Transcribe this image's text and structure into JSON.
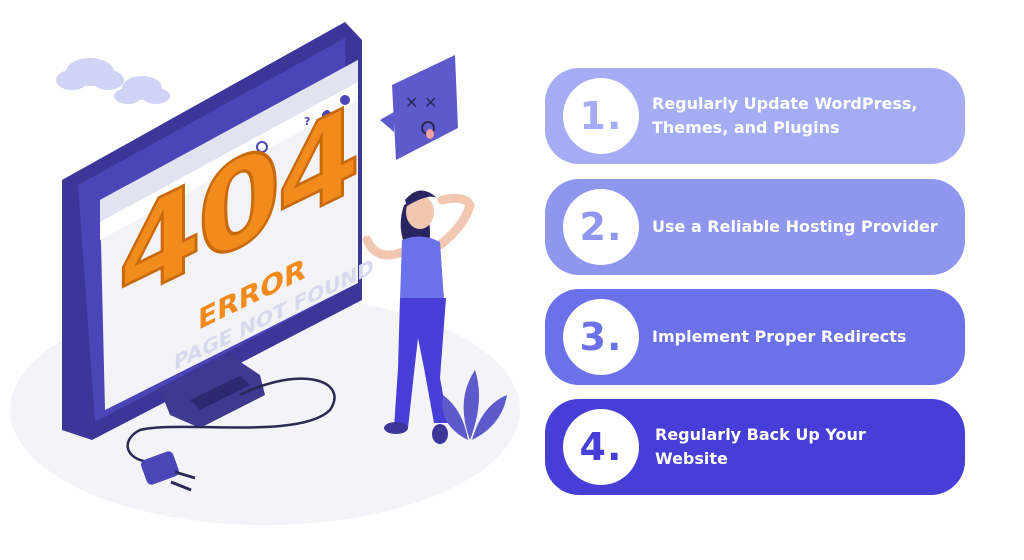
{
  "illustration": {
    "screen_headline": "404",
    "screen_error": "ERROR",
    "screen_subtitle": "PAGE NOT FOUND"
  },
  "tips": [
    {
      "number": "1.",
      "text": "Regularly Update WordPress, Themes, and Plugins"
    },
    {
      "number": "2.",
      "text": "Use a Reliable Hosting Provider"
    },
    {
      "number": "3.",
      "text": "Implement Proper Redirects"
    },
    {
      "number": "4.",
      "text": "Regularly Back Up Your Website"
    }
  ],
  "colors": {
    "tip1": "#a4adf3",
    "tip2": "#8e96ee",
    "tip3": "#6b71e8",
    "tip4": "#463ed6",
    "accent_orange": "#f28a1c",
    "monitor": "#4a46b8"
  },
  "icons": [
    "cloud-icon",
    "dizzy-face-icon",
    "power-plug-icon",
    "plant-icon",
    "search-icon",
    "bell-icon",
    "user-icon",
    "help-icon"
  ]
}
